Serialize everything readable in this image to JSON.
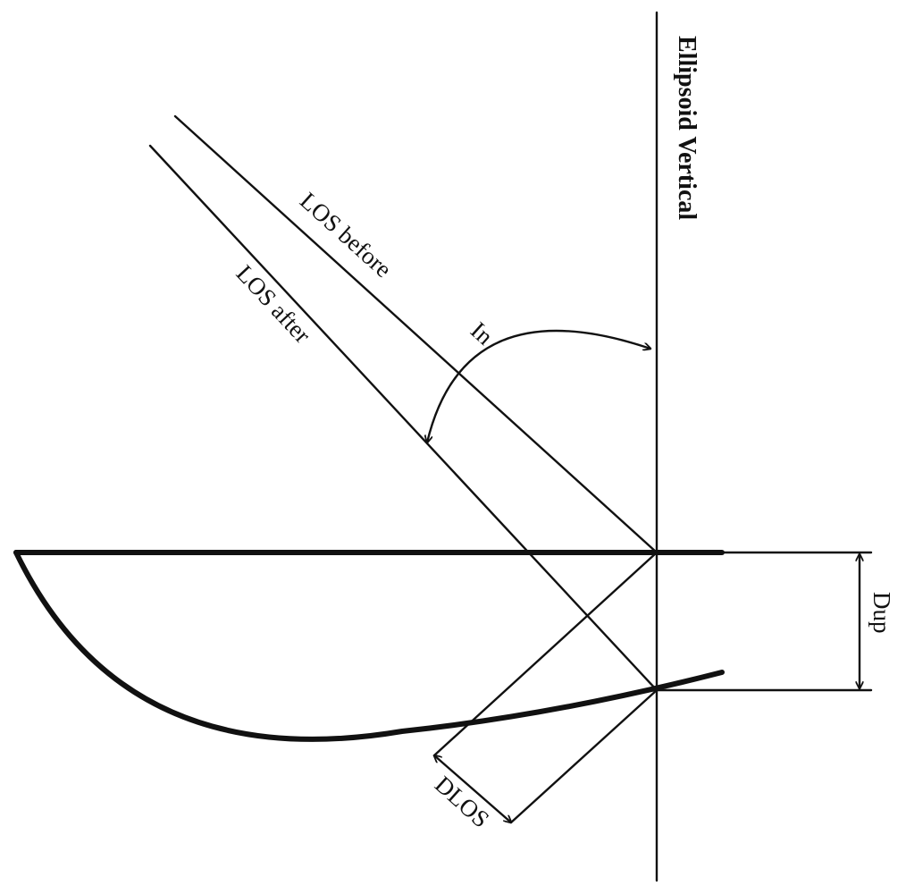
{
  "labels": {
    "ellipsoid_vertical": "Ellipsoid Vertical",
    "los_before": "LOS before",
    "los_after": "LOS after",
    "angle": "In",
    "dup": "Dup",
    "dlos": "DLOS"
  }
}
